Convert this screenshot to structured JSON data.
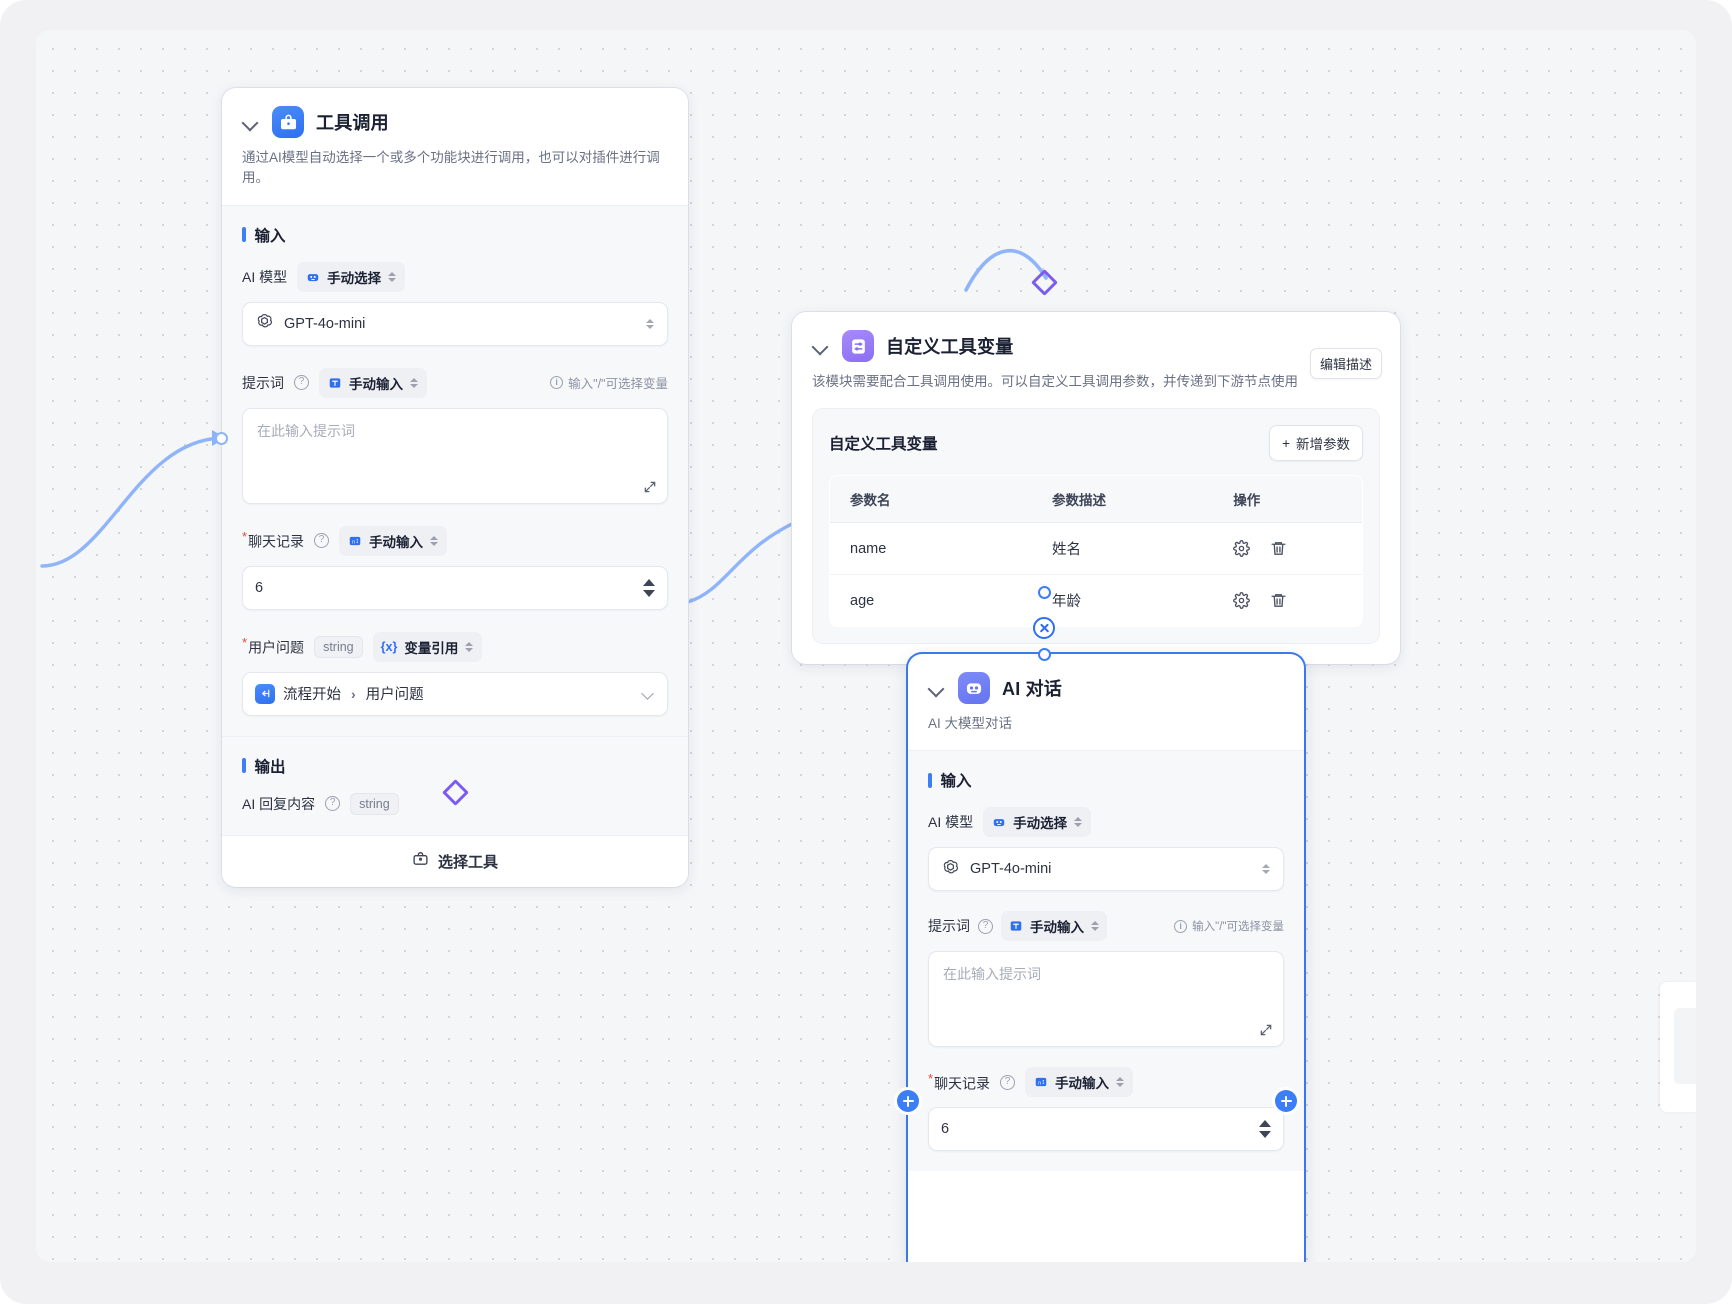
{
  "canvas": {
    "nodes": [
      {
        "id": "tool-call",
        "title": "工具调用",
        "icon": "toolbox-icon",
        "description": "通过AI模型自动选择一个或多个功能块进行调用，也可以对插件进行调用。",
        "input_section_label": "输入",
        "output_section_label": "输出",
        "fields": {
          "ai_model_label": "AI 模型",
          "ai_model_mode": "手动选择",
          "ai_model_value": "GPT-4o-mini",
          "prompt_label": "提示词",
          "prompt_mode": "手动输入",
          "prompt_hint": "输入\"/\"可选择变量",
          "prompt_placeholder": "在此输入提示词",
          "chat_history_label": "聊天记录",
          "chat_history_mode": "手动输入",
          "chat_history_value": "6",
          "user_question_label": "用户问题",
          "user_question_type": "string",
          "user_question_mode": "变量引用",
          "user_question_ref_node": "流程开始",
          "user_question_ref_field": "用户问题",
          "output_label": "AI 回复内容",
          "output_type": "string"
        },
        "footer_button": "选择工具"
      },
      {
        "id": "custom-tool-var",
        "title": "自定义工具变量",
        "icon": "sliders-icon",
        "description": "该模块需要配合工具调用使用。可以自定义工具调用参数，并传递到下游节点使用",
        "edit_desc_button": "编辑描述",
        "panel_title": "自定义工具变量",
        "add_button": "新增参数",
        "table": {
          "columns": [
            "参数名",
            "参数描述",
            "操作"
          ],
          "rows": [
            {
              "name": "name",
              "desc": "姓名",
              "actions": [
                "gear-icon",
                "trash-icon"
              ]
            },
            {
              "name": "age",
              "desc": "年龄",
              "actions": [
                "gear-icon",
                "trash-icon"
              ]
            }
          ]
        }
      },
      {
        "id": "ai-chat",
        "title": "AI 对话",
        "icon": "robot-icon",
        "description": "AI 大模型对话",
        "input_section_label": "输入",
        "fields": {
          "ai_model_label": "AI 模型",
          "ai_model_mode": "手动选择",
          "ai_model_value": "GPT-4o-mini",
          "prompt_label": "提示词",
          "prompt_mode": "手动输入",
          "prompt_hint": "输入\"/\"可选择变量",
          "prompt_placeholder": "在此输入提示词",
          "chat_history_label": "聊天记录",
          "chat_history_mode": "手动输入",
          "chat_history_value": "6"
        }
      }
    ],
    "colors": {
      "edge_blue": "#8fb4f9",
      "edge_blue_strong": "#2f6ff0",
      "diamond_purple": "#7c5cf0",
      "accent": "#3b7ef7",
      "required": "#f04438",
      "canvas_bg": "#f5f6f8"
    }
  }
}
